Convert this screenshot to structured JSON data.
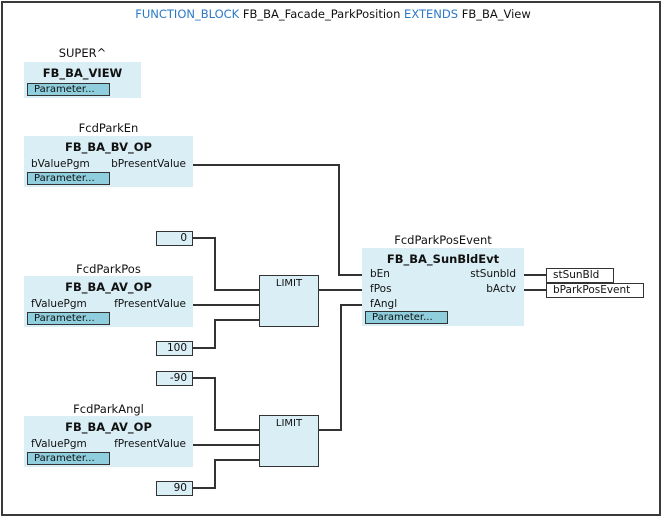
{
  "header": {
    "kw_function_block": "FUNCTION_BLOCK",
    "name": "FB_BA_Facade_ParkPosition",
    "kw_extends": "EXTENDS",
    "base": "FB_BA_View"
  },
  "colors": {
    "keyword": "#2a79c9",
    "block_fill": "#daeef5",
    "param_button": "#8fcfdd",
    "wire": "#333333"
  },
  "blocks": {
    "super": {
      "instance": "SUPER^",
      "type": "FB_BA_VIEW",
      "param_label": "Parameter..."
    },
    "park_en": {
      "instance": "FcdParkEn",
      "type": "FB_BA_BV_OP",
      "in_pin": "bValuePgm",
      "out_pin": "bPresentValue",
      "param_label": "Parameter..."
    },
    "park_pos": {
      "instance": "FcdParkPos",
      "type": "FB_BA_AV_OP",
      "in_pin": "fValuePgm",
      "out_pin": "fPresentValue",
      "param_label": "Parameter..."
    },
    "park_angl": {
      "instance": "FcdParkAngl",
      "type": "FB_BA_AV_OP",
      "in_pin": "fValuePgm",
      "out_pin": "fPresentValue",
      "param_label": "Parameter..."
    },
    "park_pos_event": {
      "instance": "FcdParkPosEvent",
      "type": "FB_BA_SunBldEvt",
      "inputs": [
        "bEn",
        "fPos",
        "fAngl"
      ],
      "outputs": [
        "stSunbld",
        "bActv"
      ],
      "param_label": "Parameter..."
    }
  },
  "limits": [
    {
      "label": "LIMIT",
      "min": "0",
      "max": "100"
    },
    {
      "label": "LIMIT",
      "min": "-90",
      "max": "90"
    }
  ],
  "outputs": [
    "stSunBld",
    "bParkPosEvent"
  ]
}
